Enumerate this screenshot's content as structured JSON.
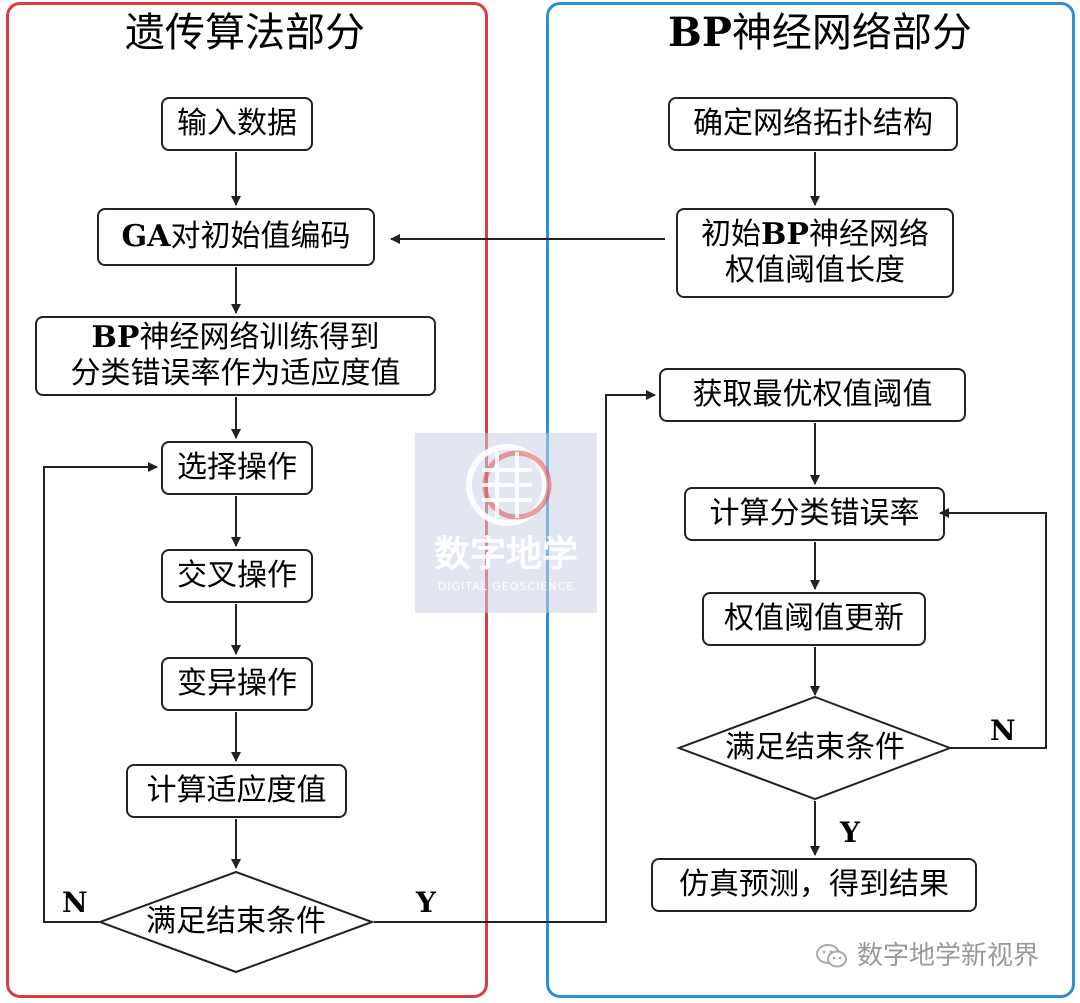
{
  "ga": {
    "title": "遗传算法部分",
    "input": "输入数据",
    "encode_pre": "GA",
    "encode_post": "对初始值编码",
    "train_pre": "BP",
    "train_l1": "神经网络训练得到",
    "train_l2": "分类错误率作为适应度值",
    "select": "选择操作",
    "cross": "交叉操作",
    "mutate": "变异操作",
    "fitness": "计算适应度值",
    "cond": "满足结束条件",
    "n_label": "N",
    "y_label": "Y"
  },
  "bp": {
    "title_pre": "BP",
    "title_post": "神经网络部分",
    "topo": "确定网络拓扑结构",
    "init_a": "初始",
    "init_b": "BP",
    "init_c": "神经网络",
    "init_l2": "权值阈值长度",
    "best": "获取最优权值阈值",
    "error": "计算分类错误率",
    "update": "权值阈值更新",
    "cond": "满足结束条件",
    "n_label": "N",
    "y_label": "Y",
    "result": "仿真预测，得到结果"
  },
  "watermark": {
    "text": "数字地学",
    "sub": "DIGITAL GEOSCIENCE"
  },
  "footer": {
    "text": "数字地学新视界"
  },
  "colors": {
    "ga_border": "#e03a3e",
    "bp_border": "#2e8fd6",
    "line": "#222222"
  }
}
